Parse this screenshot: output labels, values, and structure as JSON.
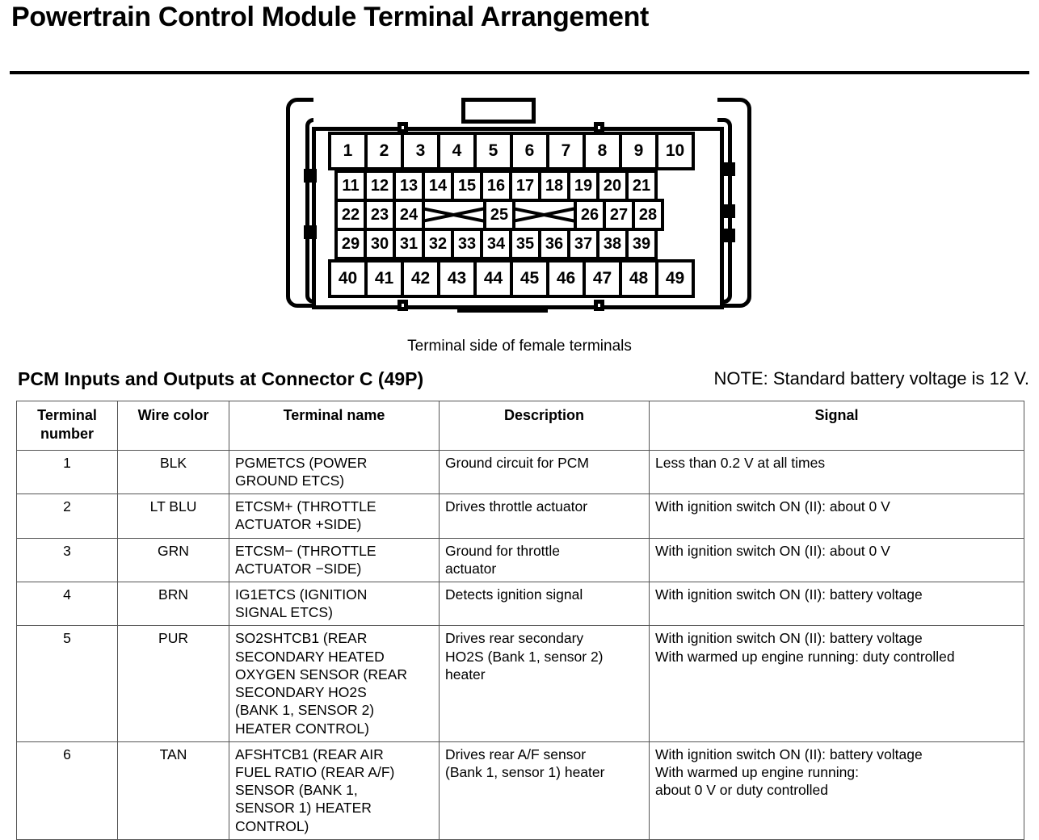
{
  "page": {
    "title": "Powertrain Control Module Terminal Arrangement"
  },
  "connector": {
    "caption": "Terminal side of female terminals",
    "rows": [
      {
        "name": "row-top",
        "pins": [
          "1",
          "2",
          "3",
          "4",
          "5",
          "6",
          "7",
          "8",
          "9",
          "10"
        ]
      },
      {
        "name": "row-second",
        "pins": [
          "11",
          "12",
          "13",
          "14",
          "15",
          "16",
          "17",
          "18",
          "19",
          "20",
          "21"
        ]
      },
      {
        "name": "row-third",
        "pins": [
          "22",
          "23",
          "24",
          "X",
          "25",
          "X",
          "26",
          "27",
          "28"
        ]
      },
      {
        "name": "row-fourth",
        "pins": [
          "29",
          "30",
          "31",
          "32",
          "33",
          "34",
          "35",
          "36",
          "37",
          "38",
          "39"
        ]
      },
      {
        "name": "row-bottom",
        "pins": [
          "40",
          "41",
          "42",
          "43",
          "44",
          "45",
          "46",
          "47",
          "48",
          "49"
        ]
      }
    ]
  },
  "section": {
    "heading": "PCM Inputs and Outputs at Connector C (49P)",
    "note": "NOTE: Standard battery voltage is 12 V."
  },
  "table": {
    "headers": [
      "Terminal\nnumber",
      "Wire color",
      "Terminal name",
      "Description",
      "Signal"
    ],
    "rows": [
      {
        "terminal_number": "1",
        "wire_color": "BLK",
        "terminal_name": "PGMETCS (POWER\nGROUND ETCS)",
        "description": "Ground circuit for PCM",
        "signal": "Less than 0.2 V at all times"
      },
      {
        "terminal_number": "2",
        "wire_color": "LT BLU",
        "terminal_name": "ETCSM+ (THROTTLE\nACTUATOR +SIDE)",
        "description": "Drives throttle actuator",
        "signal": "With ignition switch ON (II): about 0 V"
      },
      {
        "terminal_number": "3",
        "wire_color": "GRN",
        "terminal_name": "ETCSM− (THROTTLE\nACTUATOR −SIDE)",
        "description": "Ground for throttle\nactuator",
        "signal": "With ignition switch ON (II): about 0 V"
      },
      {
        "terminal_number": "4",
        "wire_color": "BRN",
        "terminal_name": "IG1ETCS (IGNITION\nSIGNAL ETCS)",
        "description": "Detects ignition signal",
        "signal": "With ignition switch ON (II): battery voltage"
      },
      {
        "terminal_number": "5",
        "wire_color": "PUR",
        "terminal_name": "SO2SHTCB1 (REAR\nSECONDARY HEATED\nOXYGEN SENSOR (REAR\nSECONDARY HO2S\n(BANK 1, SENSOR 2)\nHEATER CONTROL)",
        "description": "Drives rear secondary\nHO2S (Bank 1, sensor 2)\nheater",
        "signal": "With ignition switch ON (II): battery voltage\nWith warmed up engine running: duty controlled"
      },
      {
        "terminal_number": "6",
        "wire_color": "TAN",
        "terminal_name": "AFSHTCB1 (REAR AIR\nFUEL RATIO (REAR A/F)\nSENSOR (BANK 1,\nSENSOR 1) HEATER\nCONTROL)",
        "description": "Drives rear A/F sensor\n(Bank 1, sensor 1) heater",
        "signal": "With ignition switch ON (II): battery voltage\nWith warmed up engine running:\nabout 0 V or duty controlled"
      }
    ]
  }
}
